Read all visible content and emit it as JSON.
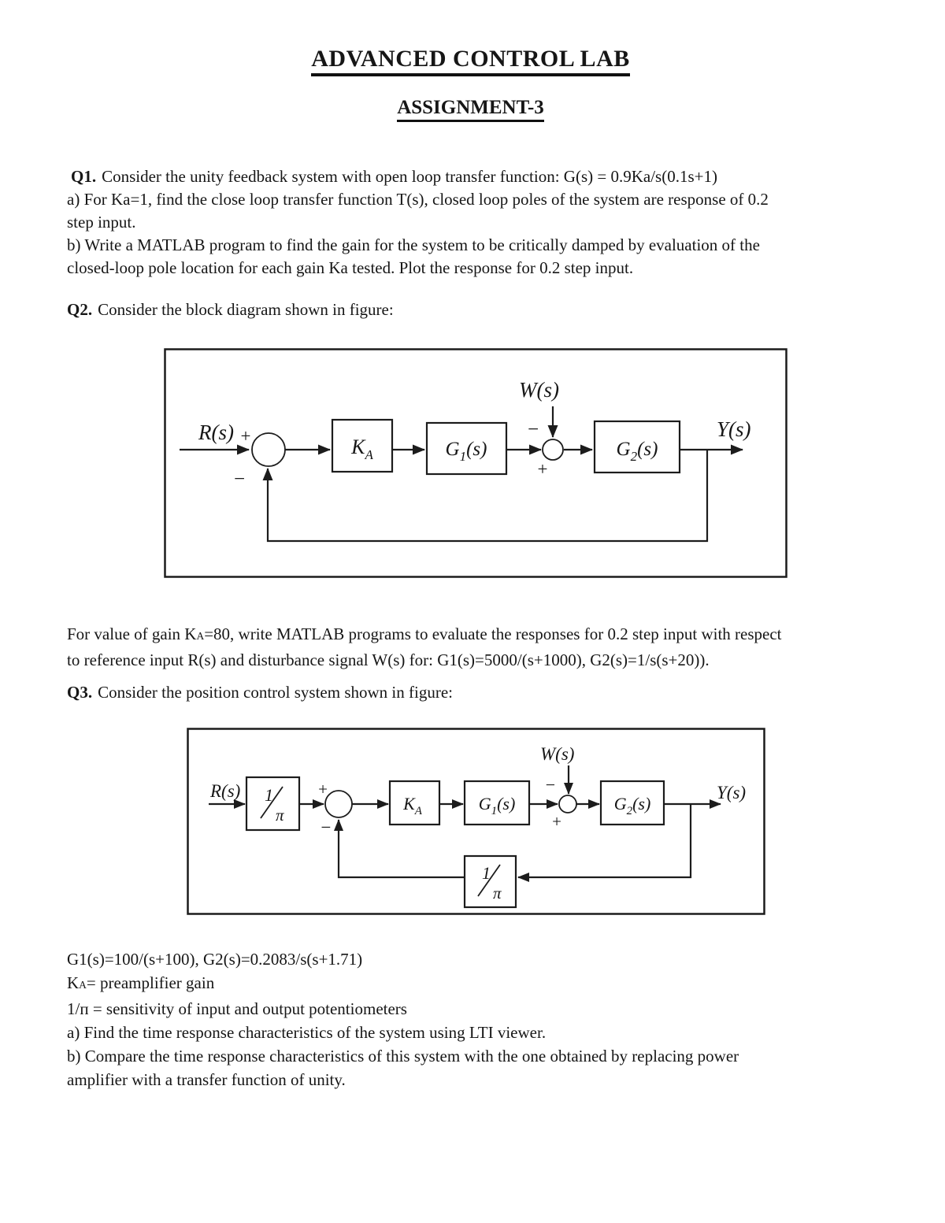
{
  "doc": {
    "title": "ADVANCED CONTROL LAB",
    "subtitle": "ASSIGNMENT-3"
  },
  "q1": {
    "label": "Q1.",
    "line1": "Consider the unity feedback system with open loop transfer function: G(s) = 0.9Ka/s(0.1s+1)",
    "line2": "a) For Ka=1, find the close loop transfer function T(s), closed loop poles of the system are response of 0.2",
    "line3": "step input.",
    "line4": "b) Write a MATLAB program to find the gain for the system to be critically damped by evaluation of the",
    "line5": "closed-loop pole location for each gain Ka tested. Plot the response for 0.2 step input."
  },
  "q2": {
    "label": "Q2.",
    "line1": "Consider the block diagram shown in figure:"
  },
  "after_fig1": {
    "l1a": "For value of gain K",
    "l1sub": "A",
    "l1b": "=80, write MATLAB programs to evaluate the responses for 0.2 step input with respect",
    "l2": "to reference input R(s) and disturbance signal W(s) for: G1(s)=5000/(s+1000), G2(s)=1/s(s+20))."
  },
  "q3": {
    "label": "Q3.",
    "line1": "Consider the position control system shown in figure:"
  },
  "notes": {
    "l1": "G1(s)=100/(s+100), G2(s)=0.2083/s(s+1.71)",
    "l2a": "K",
    "l2sub": "A",
    "l2b": "= preamplifier gain",
    "l3": "1/п = sensitivity of input and output potentiometers",
    "l4": "a) Find the time response characteristics of the system using LTI viewer.",
    "l5": "b) Compare the time response characteristics of this system with the one obtained by replacing power",
    "l6": "amplifier with a transfer function of unity."
  },
  "diagram1": {
    "r_label": "R(s)",
    "w_label": "W(s)",
    "y_label": "Y(s)",
    "ka_main": "K",
    "ka_sub": "A",
    "g1_main": "G",
    "g1_sub": "1",
    "g1_arg": "(s)",
    "g2_main": "G",
    "g2_sub": "2",
    "g2_arg": "(s)",
    "plus": "+",
    "minus": "−"
  },
  "diagram2": {
    "r_label": "R(s)",
    "w_label": "W(s)",
    "y_label": "Y(s)",
    "ka_main": "K",
    "ka_sub": "A",
    "g1_main": "G",
    "g1_sub": "1",
    "g1_arg": "(s)",
    "g2_main": "G",
    "g2_sub": "2",
    "g2_arg": "(s)",
    "pot_num": "1",
    "pot_den": "π",
    "plus": "+",
    "minus": "−"
  }
}
